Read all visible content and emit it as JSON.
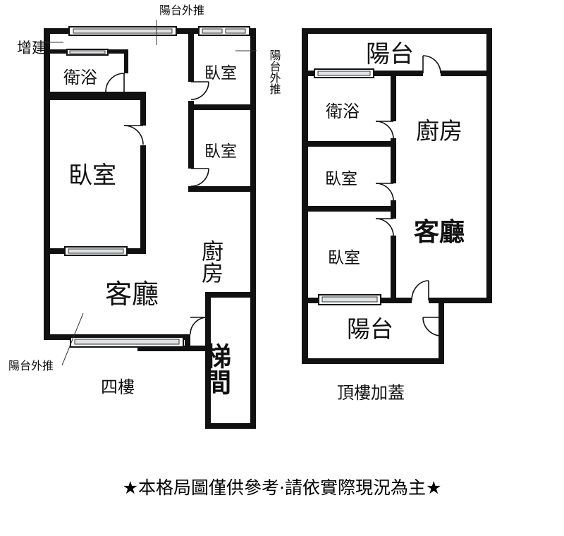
{
  "floor_4": {
    "label": "四樓",
    "rooms": {
      "addition": "增建",
      "bath": "衛浴",
      "bedroom_top": "臥室",
      "bedroom_mid": "臥室",
      "bedroom_big": "臥室",
      "kitchen": "廚房",
      "living": "客廳",
      "stair": "梯間"
    },
    "notes": {
      "balcony_top": "陽台外推",
      "balcony_right": "陽台外推",
      "balcony_bottom": "陽台外推"
    }
  },
  "roof": {
    "label": "頂樓加蓋",
    "rooms": {
      "balcony_top": "陽台",
      "bath": "衛浴",
      "kitchen": "廚房",
      "bedroom_mid": "臥室",
      "bedroom_low": "臥室",
      "living": "客廳",
      "balcony_bottom": "陽台"
    }
  },
  "disclaimer": "★本格局圖僅供參考·請依實際現況為主★"
}
